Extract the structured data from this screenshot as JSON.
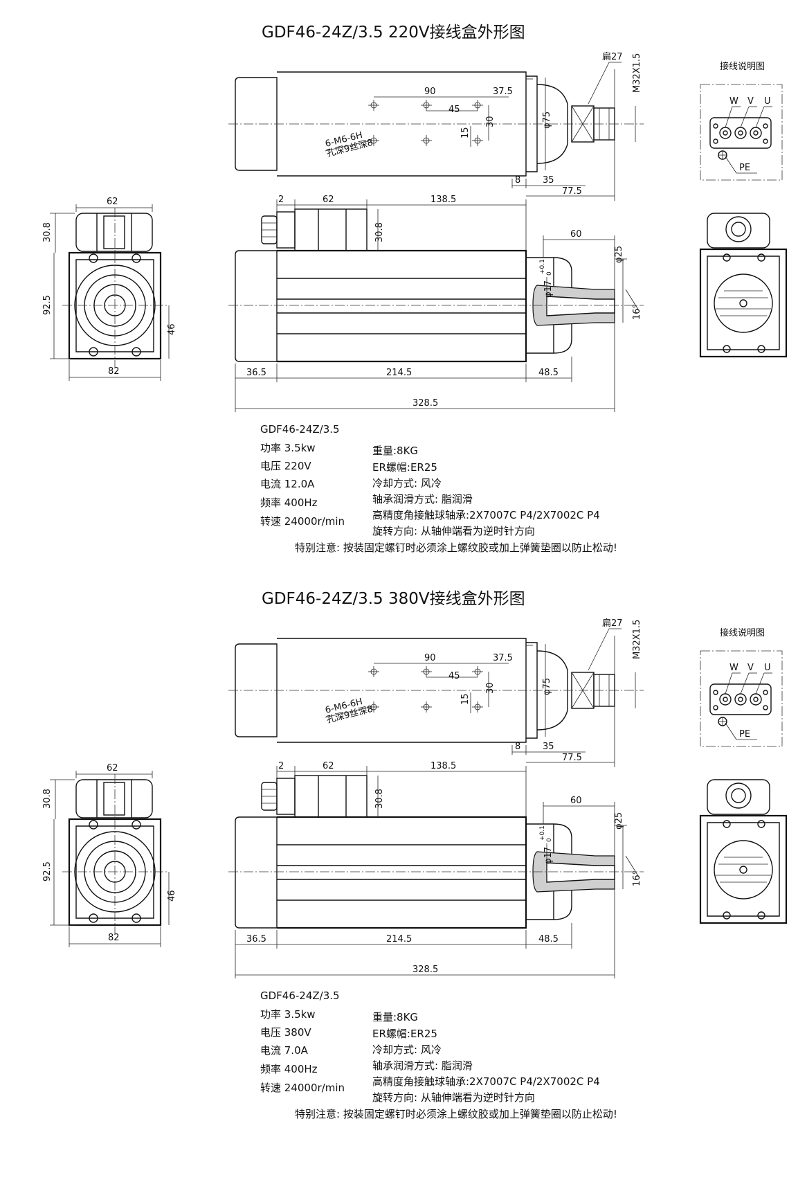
{
  "sheets": [
    {
      "title": "GDF46-24Z/3.5 220V接线盒外形图",
      "dims_side_top": {
        "thread": "M32X1.5",
        "nut": "扁27",
        "h90": "90",
        "h37_5": "37.5",
        "h45": "45",
        "v30": "30",
        "v15": "15",
        "bore": "φ75",
        "holes_line1": "6-M6-6H",
        "holes_line2": "孔深9丝深8",
        "d8": "8",
        "d35": "35",
        "d77_5": "77.5"
      },
      "dims_front": {
        "w62": "62",
        "h30_8": "30.8",
        "h92_5": "92.5",
        "h46": "46",
        "w82": "82"
      },
      "dims_side_main": {
        "d2": "2",
        "d62": "62",
        "d138_5": "138.5",
        "v30_8": "30.8",
        "d60": "60",
        "d25": "φ25",
        "d17": "φ17",
        "tol": "+0.1",
        "tol0": "0",
        "ang": "16°",
        "d36_5": "36.5",
        "d214_5": "214.5",
        "d48_5": "48.5",
        "d328_5": "328.5"
      },
      "wiring": {
        "title": "接线说明图",
        "w": "W",
        "v": "V",
        "u": "U",
        "pe": "PE"
      },
      "specs": {
        "model": "GDF46-24Z/3.5",
        "left": [
          "功率 3.5kw",
          "电压 220V",
          "电流 12.0A",
          "频率 400Hz",
          "转速 24000r/min"
        ],
        "right": [
          "重量:8KG",
          "ER螺帽:ER25",
          "冷却方式: 风冷",
          "轴承润滑方式: 脂润滑",
          "高精度角接触球轴承:2X7007C P4/2X7002C P4",
          "旋转方向: 从轴伸端看为逆时针方向"
        ],
        "note": "特别注意: 按装固定螺钉时必须涂上螺纹胶或加上弹簧垫圈以防止松动!"
      }
    },
    {
      "title": "GDF46-24Z/3.5 380V接线盒外形图",
      "dims_side_top": {
        "thread": "M32X1.5",
        "nut": "扁27",
        "h90": "90",
        "h37_5": "37.5",
        "h45": "45",
        "v30": "30",
        "v15": "15",
        "bore": "φ75",
        "holes_line1": "6-M6-6H",
        "holes_line2": "孔深9丝深8",
        "d8": "8",
        "d35": "35",
        "d77_5": "77.5"
      },
      "dims_front": {
        "w62": "62",
        "h30_8": "30.8",
        "h92_5": "92.5",
        "h46": "46",
        "w82": "82"
      },
      "dims_side_main": {
        "d2": "2",
        "d62": "62",
        "d138_5": "138.5",
        "v30_8": "30.8",
        "d60": "60",
        "d25": "φ25",
        "d17": "φ17",
        "tol": "+0.1",
        "tol0": "0",
        "ang": "16°",
        "d36_5": "36.5",
        "d214_5": "214.5",
        "d48_5": "48.5",
        "d328_5": "328.5"
      },
      "wiring": {
        "title": "接线说明图",
        "w": "W",
        "v": "V",
        "u": "U",
        "pe": "PE"
      },
      "specs": {
        "model": "GDF46-24Z/3.5",
        "left": [
          "功率 3.5kw",
          "电压 380V",
          "电流 7.0A",
          "频率 400Hz",
          "转速 24000r/min"
        ],
        "right": [
          "重量:8KG",
          "ER螺帽:ER25",
          "冷却方式: 风冷",
          "轴承润滑方式: 脂润滑",
          "高精度角接触球轴承:2X7007C P4/2X7002C P4",
          "旋转方向: 从轴伸端看为逆时针方向"
        ],
        "note": "特别注意: 按装固定螺钉时必须涂上螺纹胶或加上弹簧垫圈以防止松动!"
      }
    }
  ]
}
